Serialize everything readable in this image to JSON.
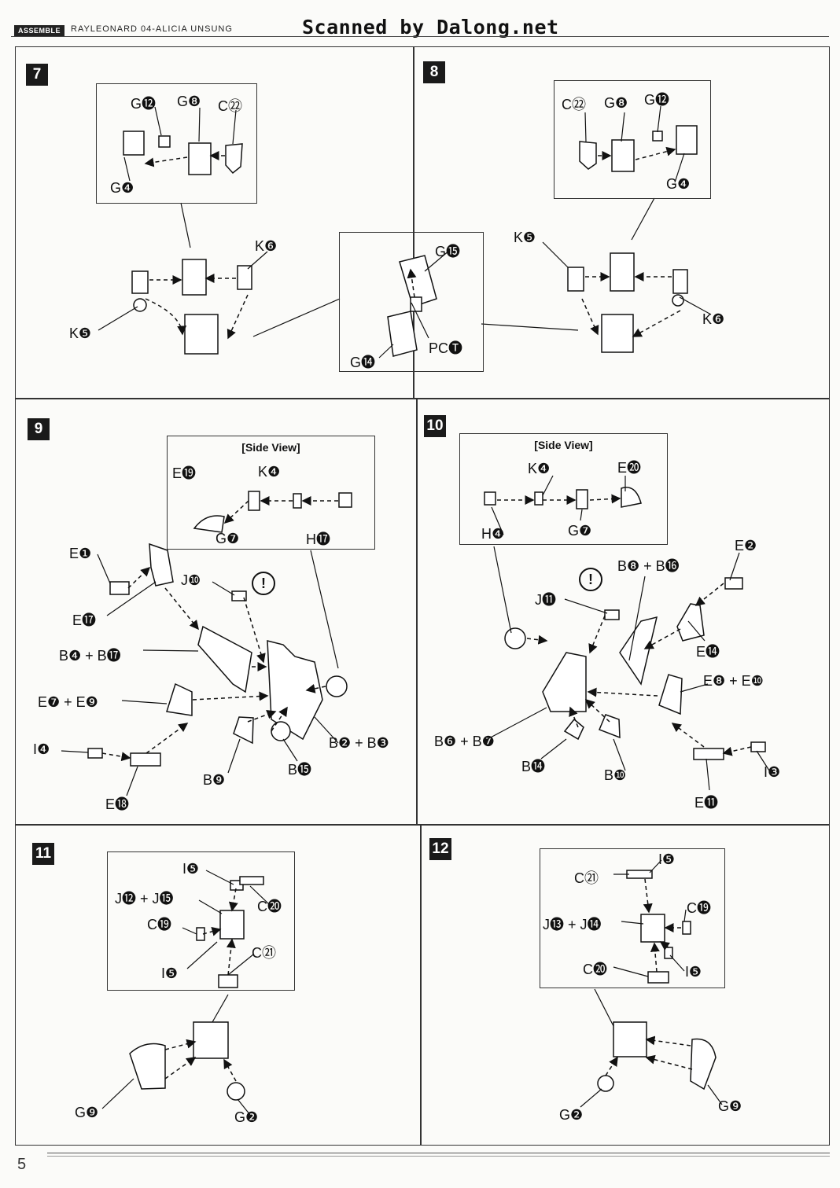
{
  "header": {
    "assemble_badge": "ASSEMBLE",
    "model_name": "RAYLEONARD 04-ALICIA UNSUNG",
    "scan_credit": "Scanned by Dalong.net"
  },
  "page_number": "5",
  "steps": {
    "s7": {
      "num": "7",
      "labels": [
        "G⓬",
        "G❽",
        "C㉒",
        "G❹",
        "K❻",
        "K❺"
      ]
    },
    "shared": {
      "labels": [
        "G⓯",
        "G⓮",
        "PC🅣"
      ]
    },
    "s8": {
      "num": "8",
      "labels": [
        "C㉒",
        "G❽",
        "G⓬",
        "G❹",
        "K❺",
        "K❻"
      ]
    },
    "s9": {
      "num": "9",
      "inset_title": "[Side View]",
      "labels": [
        "E⓳",
        "K❹",
        "G❼",
        "H⓱",
        "E❶",
        "J❿",
        "E⓱",
        "B❹ + B⓱",
        "E❼ + E❾",
        "I❹",
        "E⓲",
        "B❾",
        "B⓯",
        "B❷ + B❸",
        "!"
      ]
    },
    "s10": {
      "num": "10",
      "inset_title": "[Side View]",
      "labels": [
        "K❹",
        "E⓴",
        "H❹",
        "G❼",
        "B❽ + B⓰",
        "E❷",
        "J⓫",
        "E⓮",
        "E❽ + E❿",
        "B❻ + B❼",
        "B⓮",
        "B❿",
        "I❸",
        "E⓫",
        "!"
      ]
    },
    "s11": {
      "num": "11",
      "labels": [
        "I❺",
        "J⓬ + J⓯",
        "C⓴",
        "C⓳",
        "C㉑",
        "I❺",
        "G❾",
        "G❷"
      ]
    },
    "s12": {
      "num": "12",
      "labels": [
        "I❺",
        "C㉑",
        "C⓳",
        "J⓭ + J⓮",
        "C⓴",
        "I❺",
        "G❷",
        "G❾"
      ]
    }
  }
}
